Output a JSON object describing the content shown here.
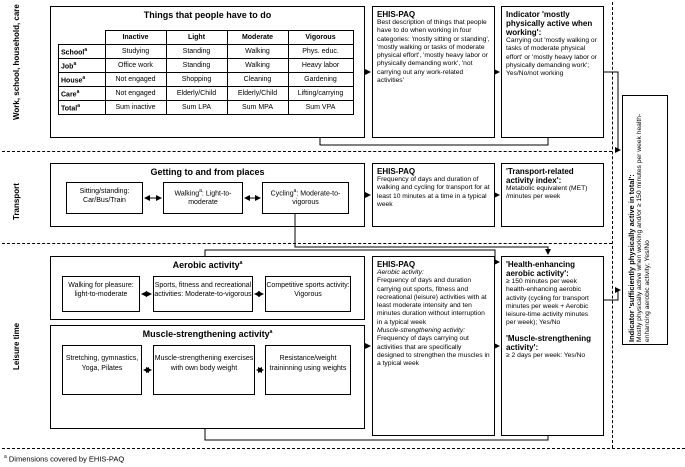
{
  "sections": {
    "work": "Work, school, household, care",
    "transport": "Transport",
    "leisure": "Leisure time"
  },
  "work_box": {
    "title": "Things that people have to do",
    "columns": [
      "Inactive",
      "Light",
      "Moderate",
      "Vigorous"
    ],
    "rows": [
      {
        "label": "School",
        "sup": "a",
        "cells": [
          "Studying",
          "Standing",
          "Walking",
          "Phys. educ."
        ]
      },
      {
        "label": "Job",
        "sup": "a",
        "cells": [
          "Office work",
          "Standing",
          "Walking",
          "Heavy labor"
        ]
      },
      {
        "label": "House",
        "sup": "a",
        "cells": [
          "Not engaged",
          "Shopping",
          "Cleaning",
          "Gardening"
        ]
      },
      {
        "label": "Care",
        "sup": "a",
        "cells": [
          "Not engaged",
          "Elderly/Child",
          "Elderly/Child",
          "Lifting/carrying"
        ]
      },
      {
        "label": "Total",
        "sup": "a",
        "cells": [
          "Sum inactive",
          "Sum LPA",
          "Sum MPA",
          "Sum VPA"
        ]
      }
    ]
  },
  "ehis_work": {
    "title": "EHIS-PAQ",
    "text": "Best description of things that people have to do when working in four categories: 'mostly sitting or standing', 'mostly walking or tasks of moderate physical effort', 'mostly heavy labor or physically demanding work', 'not carrying out any work-related activities'"
  },
  "indicator_work": {
    "title": "Indicator 'mostly physically active when working':",
    "text": "Carrying out 'mostly walking or tasks of moderate physical effort' or 'mostly heavy labor or physically demanding work'; Yes/No/not working"
  },
  "transport_box": {
    "title": "Getting to and from places",
    "items": [
      "Sitting/standing: Car/Bus/Train",
      "Walking",
      "Light-to-moderate",
      "Cycling",
      "Moderate-to-vigorous"
    ],
    "sup": "a"
  },
  "ehis_transport": {
    "title": "EHIS-PAQ",
    "text": "Frequency of days and duration of walking and cycling for transport for at least 10 minutes at a time in a typical week"
  },
  "indicator_transport": {
    "title": "'Transport-related activity index':",
    "text": "Metabolic equivalent (MET) /minutes per week"
  },
  "aerobic_box": {
    "title": "Aerobic activity",
    "sup": "a",
    "items": [
      "Walking for pleasure: light-to-moderate",
      "Sports, fitness and recreational activities: Moderate-to-vigorous",
      "Competitive sports activity: Vigorous"
    ]
  },
  "muscle_box": {
    "title": "Muscle-strengthening activity",
    "sup": "a",
    "items": [
      "Stretching, gymnastics, Yoga, Pilates",
      "Muscle-strengthening exercises with own body weight",
      "Resistance/weight traininning using weights"
    ]
  },
  "ehis_leisure": {
    "title": "EHIS-PAQ",
    "sub1": "Aerobic activity:",
    "text1": "Frequency of days and duration carrying out sports, fitness and recreational (leisure) activities with at least moderate intensity and ten minutes duration without interruption in a typical week",
    "sub2": "Muscle-strengthening activity:",
    "text2": "Frequency of days carrying out activities that are specifically designed to strengthen the muscles in a typical week"
  },
  "indicator_hepa": {
    "title": "'Health-enhancing aerobic activity':",
    "text": "≥ 150 minutes per week health-enhancing aerobic activity (cycling for transport minutes per week + Aerobic leisure-time activity minutes per week); Yes/No"
  },
  "indicator_muscle": {
    "title": "'Muscle-strengthening activity':",
    "text": "≥ 2 days per week: Yes/No"
  },
  "indicator_total": {
    "title": "Indicator 'sufficiently physically active in total':",
    "text": "Mostly physically active when working and/or ≥ 150 minutes per week health-enhancing aerobic activity; Yes/No"
  },
  "footnote": {
    "sup": "a",
    "text": "Dimensions covered by EHIS-PAQ"
  }
}
